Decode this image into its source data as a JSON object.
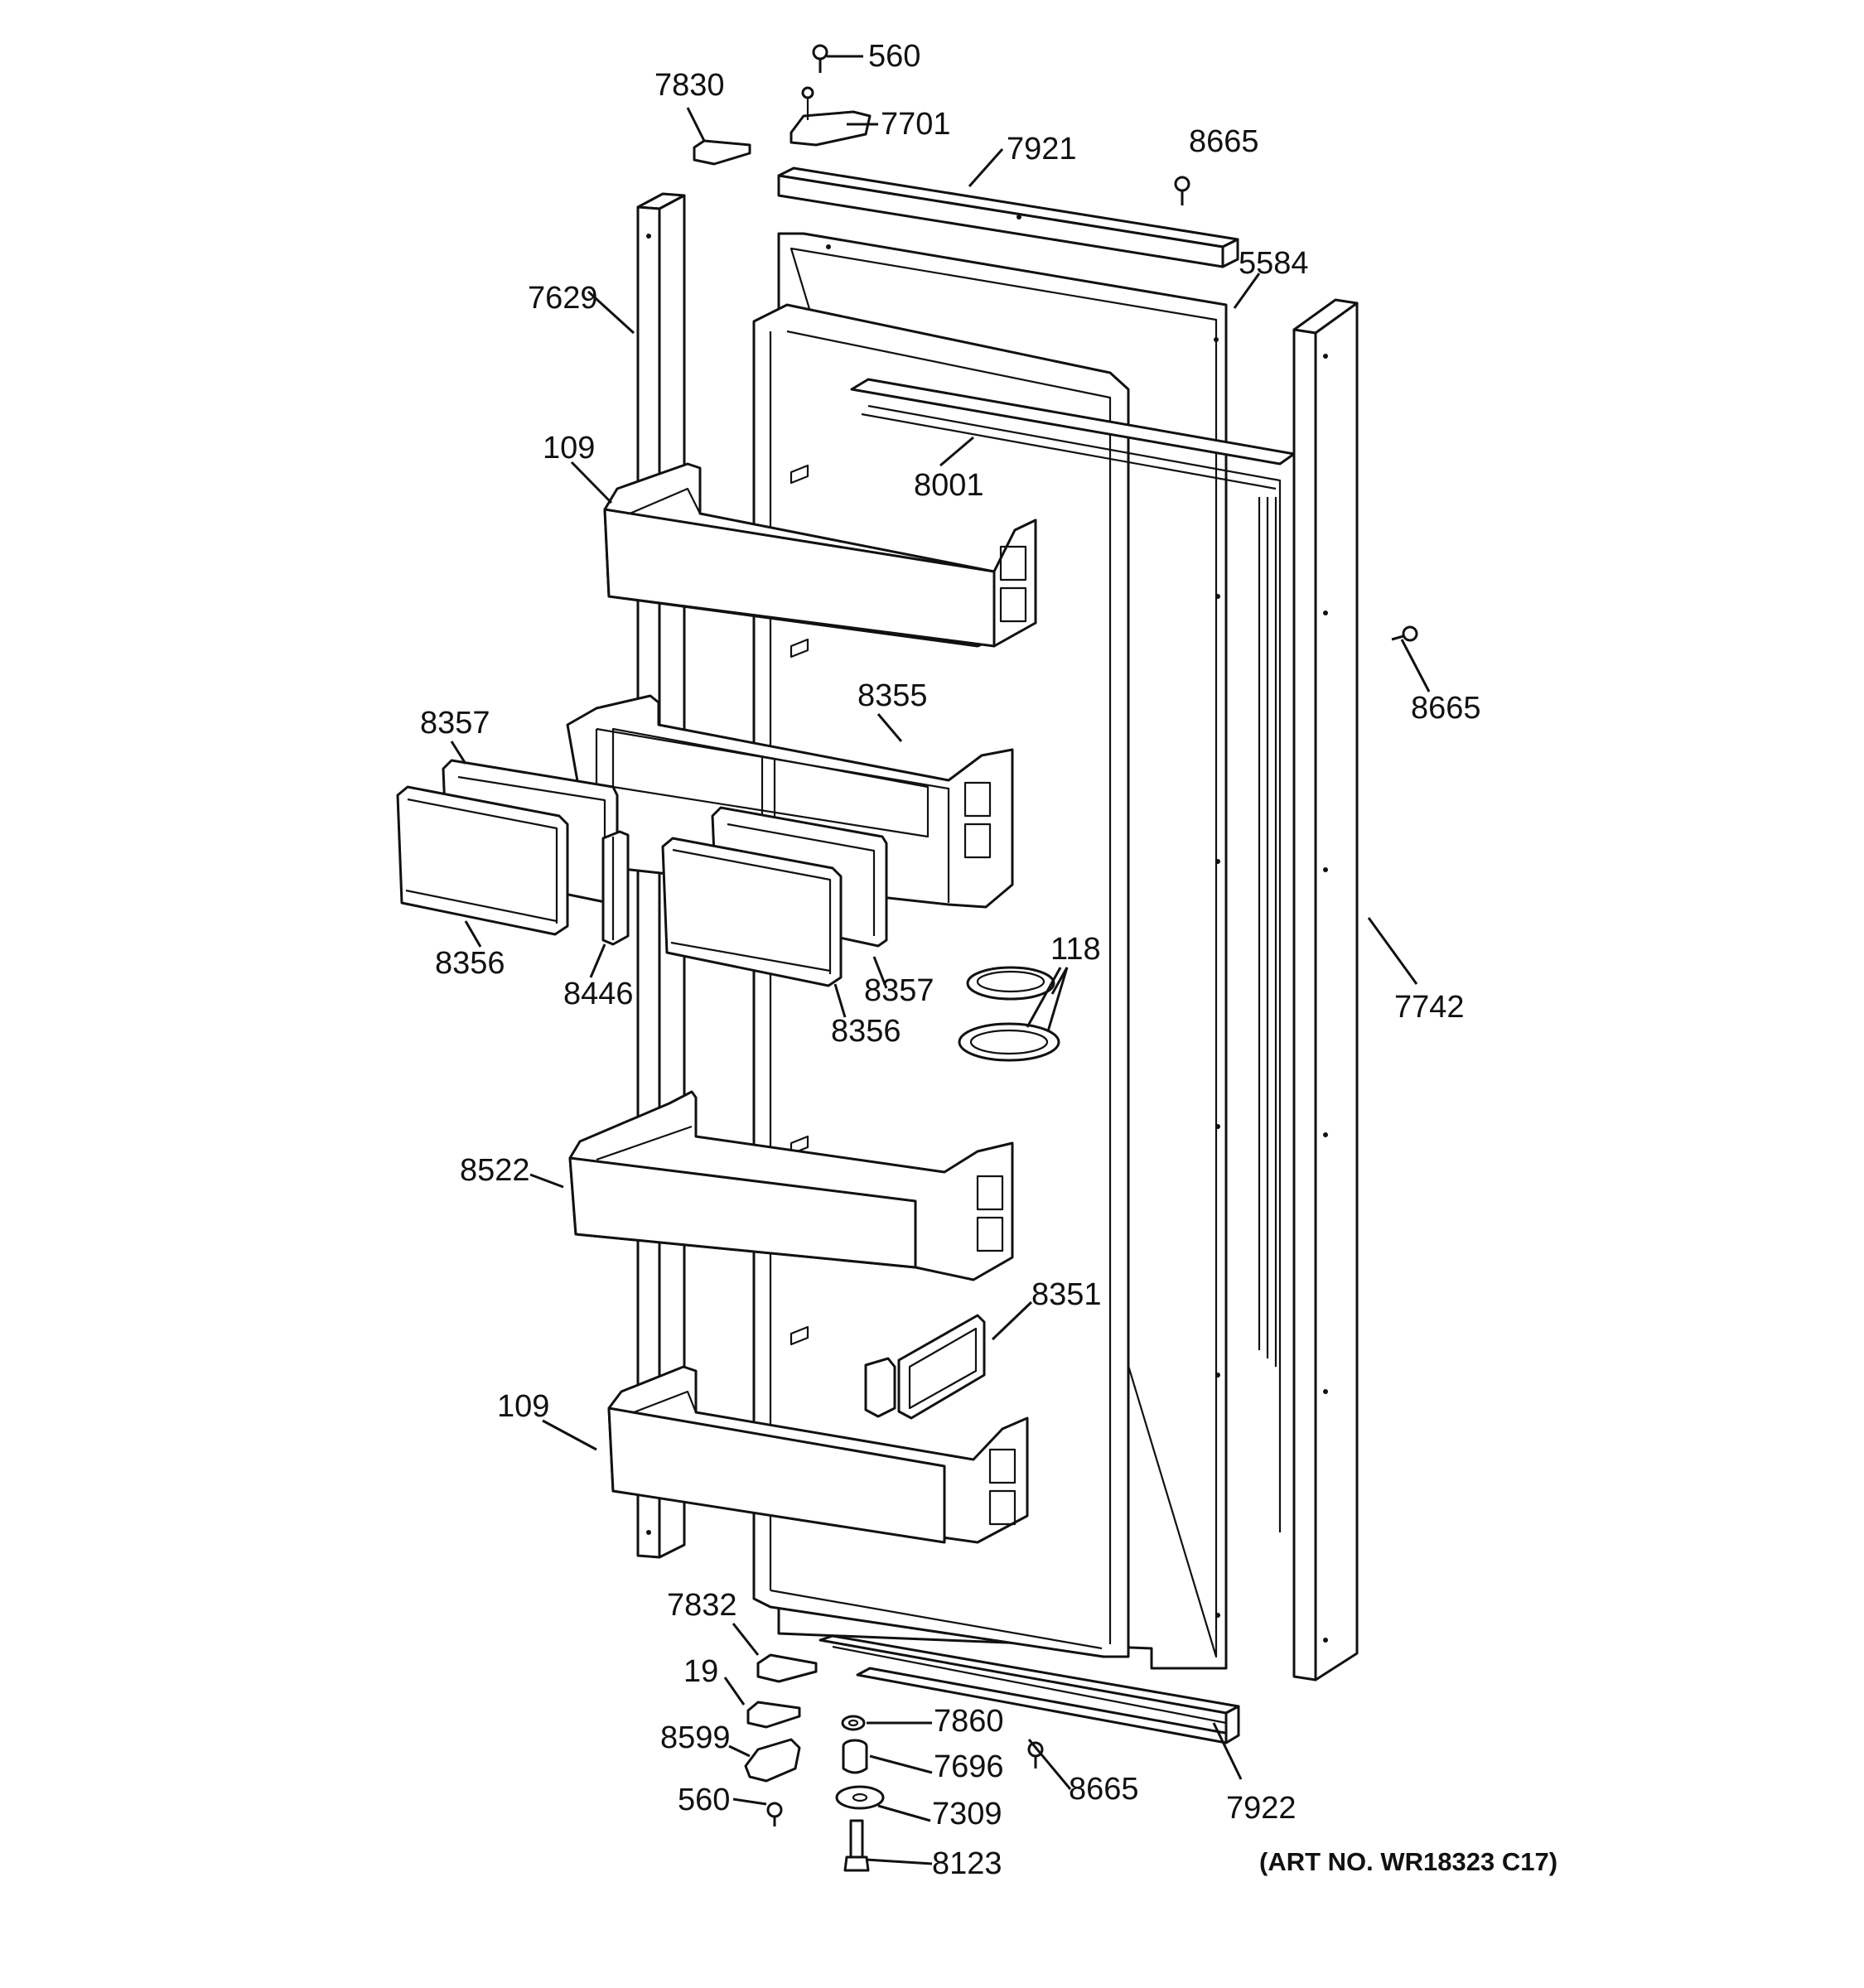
{
  "callouts": [
    {
      "id": "c560a",
      "text": "560"
    },
    {
      "id": "c7830",
      "text": "7830"
    },
    {
      "id": "c7701",
      "text": "7701"
    },
    {
      "id": "c7921",
      "text": "7921"
    },
    {
      "id": "c8665a",
      "text": "8665"
    },
    {
      "id": "c5584",
      "text": "5584"
    },
    {
      "id": "c7629",
      "text": "7629"
    },
    {
      "id": "c109a",
      "text": "109"
    },
    {
      "id": "c8001",
      "text": "8001"
    },
    {
      "id": "c8665b",
      "text": "8665"
    },
    {
      "id": "c8355",
      "text": "8355"
    },
    {
      "id": "c8357a",
      "text": "8357"
    },
    {
      "id": "c8356a",
      "text": "8356"
    },
    {
      "id": "c8446",
      "text": "8446"
    },
    {
      "id": "c8357b",
      "text": "8357"
    },
    {
      "id": "c8356b",
      "text": "8356"
    },
    {
      "id": "c118",
      "text": "118"
    },
    {
      "id": "c7742",
      "text": "7742"
    },
    {
      "id": "c8522",
      "text": "8522"
    },
    {
      "id": "c8351",
      "text": "8351"
    },
    {
      "id": "c109b",
      "text": "109"
    },
    {
      "id": "c7832",
      "text": "7832"
    },
    {
      "id": "c19",
      "text": "19"
    },
    {
      "id": "c7860",
      "text": "7860"
    },
    {
      "id": "c8599",
      "text": "8599"
    },
    {
      "id": "c7696",
      "text": "7696"
    },
    {
      "id": "c8665c",
      "text": "8665"
    },
    {
      "id": "c560b",
      "text": "560"
    },
    {
      "id": "c7309",
      "text": "7309"
    },
    {
      "id": "c7922",
      "text": "7922"
    },
    {
      "id": "c8123",
      "text": "8123"
    }
  ],
  "art_number": "(ART NO. WR18323 C17)"
}
